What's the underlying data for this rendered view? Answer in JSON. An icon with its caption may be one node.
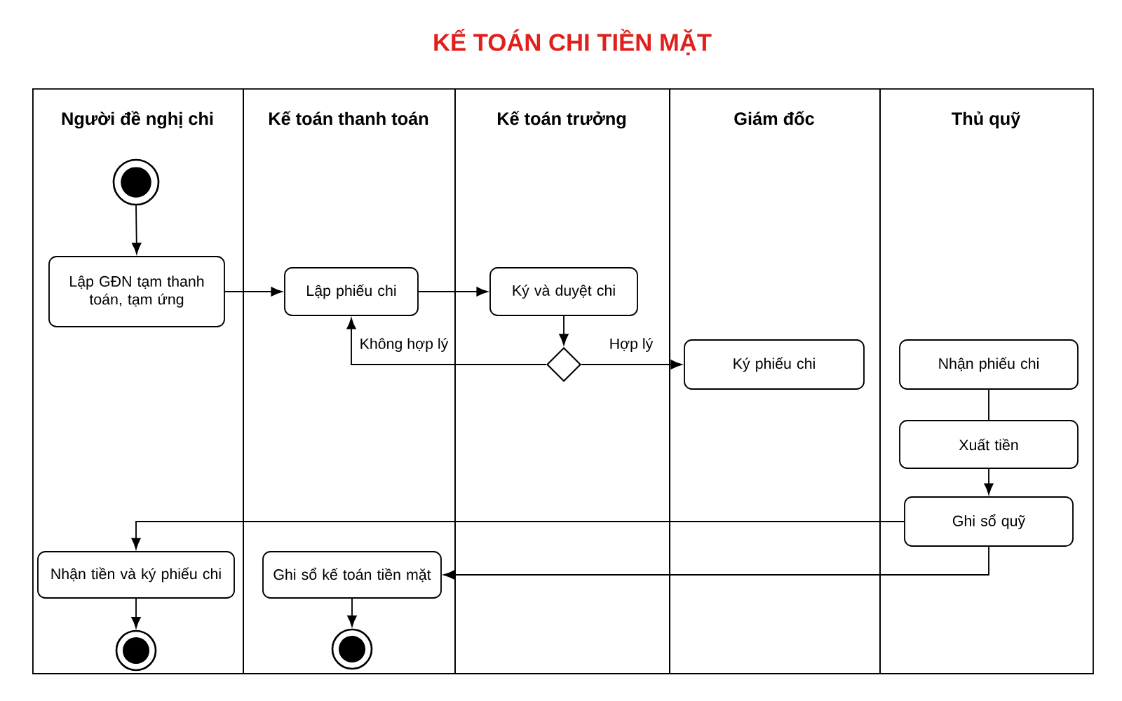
{
  "diagram": {
    "title": "KẾ TOÁN CHI TIỀN MẶT",
    "nodes": [
      {
        "text": [
          "Người đề nghị chi"
        ]
      },
      {
        "text": [
          "Kế toán thanh toán"
        ]
      },
      {
        "text": [
          "Kế toán trưởng"
        ]
      },
      {
        "text": [
          "Giám đốc"
        ]
      },
      {
        "text": [
          "Thủ quỹ"
        ]
      },
      {
        "text": [],
        "shape": "circle",
        "in": 0
      },
      {
        "text": [
          "Lập GĐN tạm thanh toán, tạm ứng"
        ],
        "in": 0
      },
      {
        "text": [
          "Lập phiếu chi"
        ],
        "in": 1
      },
      {
        "text": [
          "Ký và duyệt chi"
        ],
        "in": 2
      },
      {
        "text": [],
        "shape": "diamond",
        "in": 2
      },
      {
        "text": [
          "Ký phiếu chi"
        ],
        "in": 3
      },
      {
        "text": [
          "Nhận phiếu chi"
        ],
        "in": 4
      },
      {
        "text": [
          "Xuất tiền"
        ],
        "in": 4
      },
      {
        "text": [
          "Ghi sổ quỹ"
        ],
        "in": 4
      },
      {
        "text": [
          "Nhận tiền và ký phiếu chi"
        ],
        "in": 0
      },
      {
        "text": [
          "Ghi sổ kế toán tiền mặt"
        ],
        "in": 1
      },
      {
        "text": [],
        "shape": "circle",
        "in": 0
      },
      {
        "text": [],
        "shape": "circle",
        "in": 1
      }
    ],
    "edges": [
      {
        "from": 5,
        "to": 6,
        "arrow": "to"
      },
      {
        "from": 6,
        "to": 7,
        "arrow": "to"
      },
      {
        "from": 7,
        "to": 8,
        "arrow": "to"
      },
      {
        "from": 8,
        "to": 9,
        "arrow": "to"
      },
      {
        "from": 9,
        "to": 7,
        "arrow": "to",
        "label": "Không hợp lý"
      },
      {
        "from": 9,
        "to": 10,
        "arrow": "to",
        "label": "Hợp lý"
      },
      {
        "from": 11,
        "to": 12,
        "arrow": "none"
      },
      {
        "from": 12,
        "to": 13,
        "arrow": "to"
      },
      {
        "from": 13,
        "to": 14,
        "arrow": "to"
      },
      {
        "from": 13,
        "to": 15,
        "arrow": "to"
      },
      {
        "from": 14,
        "to": 16,
        "arrow": "to"
      },
      {
        "from": 15,
        "to": 17,
        "arrow": "to"
      }
    ]
  }
}
